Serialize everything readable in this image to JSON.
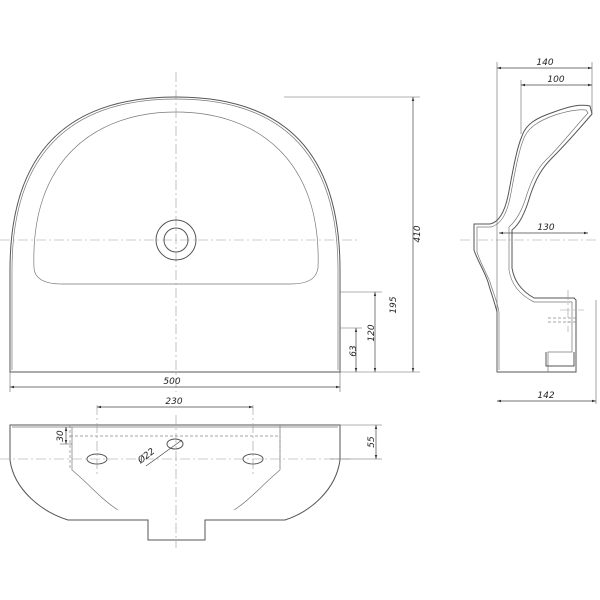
{
  "front_view": {
    "dimensions": {
      "width": "500",
      "height": "410",
      "h195": "195",
      "h120": "120",
      "h63": "63"
    }
  },
  "bottom_view": {
    "dimensions": {
      "hole_spacing": "230",
      "depth": "55",
      "offset": "30",
      "hole_diameter": "Ø22"
    }
  },
  "side_view": {
    "dimensions": {
      "top_depth": "140",
      "inner_depth": "100",
      "bowl_depth": "130",
      "base_depth": "142"
    }
  }
}
